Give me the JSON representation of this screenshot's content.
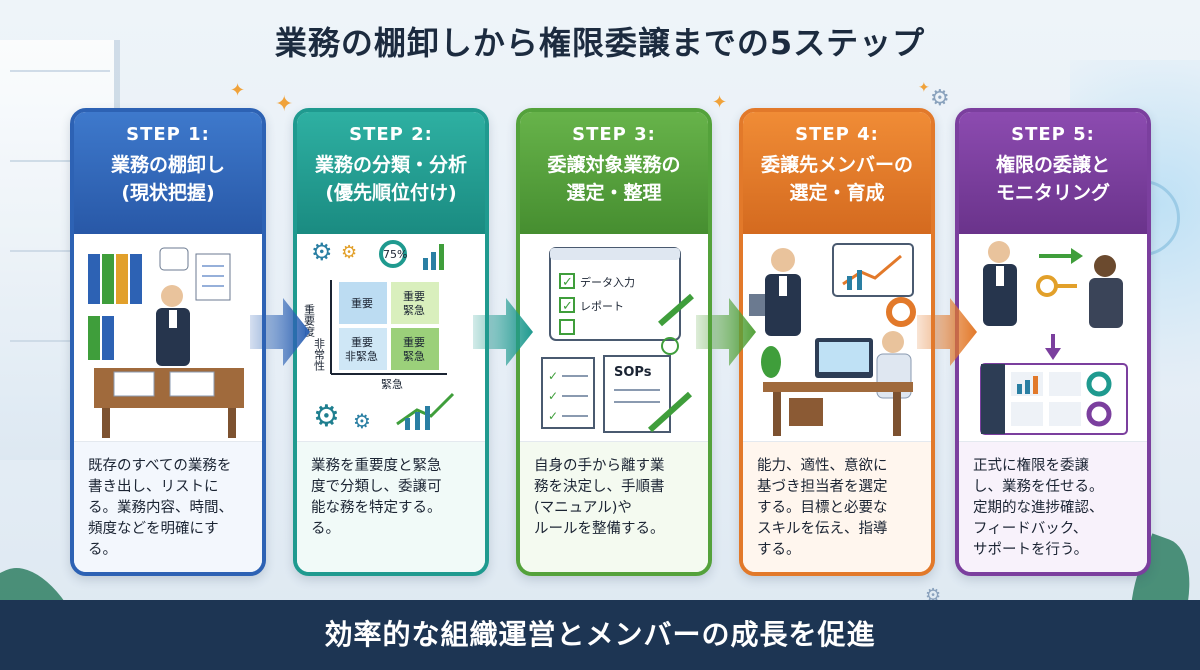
{
  "title": "業務の棚卸しから権限委譲までの5ステップ",
  "footer": "効率的な組織運営とメンバーの成長を促進",
  "steps": [
    {
      "label": "STEP 1:",
      "title_line1": "業務の棚卸し",
      "title_line2": "(現状把握)",
      "desc_lines": [
        "既存のすべての業務を",
        "書き出し、リストに",
        "る。業務内容、時間、",
        "頻度などを明確にす",
        "る。"
      ]
    },
    {
      "label": "STEP 2:",
      "title_line1": "業務の分類・分析",
      "title_line2": "(優先順位付け)",
      "desc_lines": [
        "業務を重要度と緊急",
        "度で分類し、委譲可",
        "能な務を特定する。",
        "る。"
      ],
      "matrix": {
        "gauge": "75%",
        "y_axis": "重要度",
        "y_axis2": "非常性",
        "x_axis": "緊急",
        "cell_top_left": "重要",
        "cell_top_right_1": "重要",
        "cell_top_right_2": "緊急",
        "cell_bottom_left_1": "重要",
        "cell_bottom_left_2": "非緊急",
        "cell_bottom_right_1": "重要",
        "cell_bottom_right_2": "緊急"
      }
    },
    {
      "label": "STEP 3:",
      "title_line1": "委譲対象業務の",
      "title_line2": "選定・整理",
      "desc_lines": [
        "自身の手から離す業",
        "務を決定し、手順書",
        "(マニュアル)や",
        "ルールを整備する。"
      ],
      "checklist": [
        "データ入力",
        "レポート"
      ],
      "sops": "SOPs"
    },
    {
      "label": "STEP 4:",
      "title_line1": "委譲先メンバーの",
      "title_line2": "選定・育成",
      "desc_lines": [
        "能力、適性、意欲に",
        "基づき担当者を選定",
        "する。目標と必要な",
        "スキルを伝え、指導",
        "する。"
      ]
    },
    {
      "label": "STEP 5:",
      "title_line1": "権限の委譲と",
      "title_line2": "モニタリング",
      "desc_lines": [
        "正式に権限を委譲",
        "し、業務を任せる。",
        "定期的な進捗確認、",
        "フィードバック、",
        "サポートを行う。"
      ]
    }
  ],
  "colors": {
    "step1": "#2d62b4",
    "step2": "#1f9a8f",
    "step3": "#54a23b",
    "step4": "#e2792a",
    "step5": "#7b3f9e",
    "footer": "#1d3553"
  }
}
